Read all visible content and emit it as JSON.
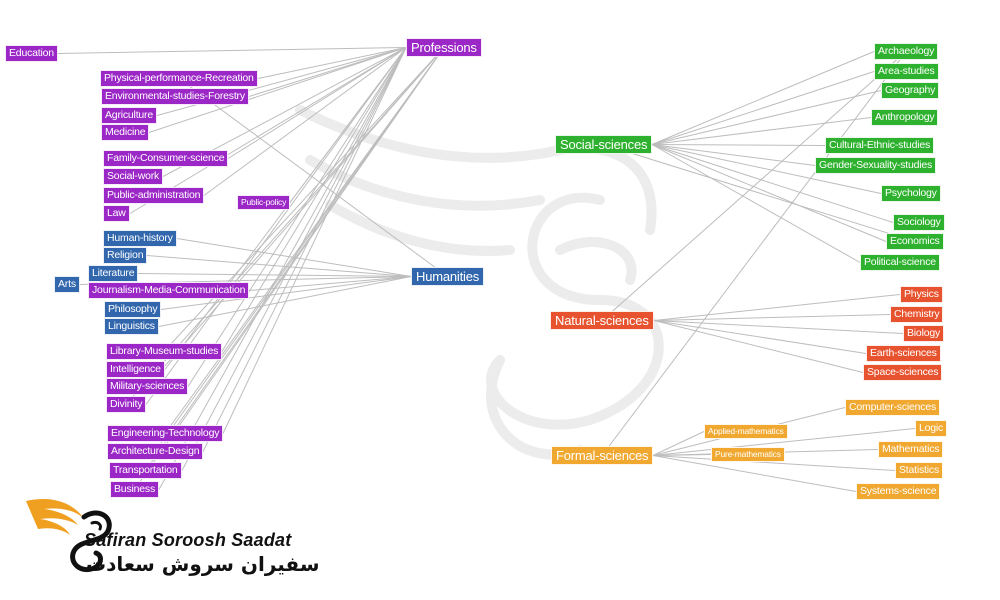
{
  "diagram": {
    "hubs": {
      "professions": "Professions",
      "humanities": "Humanities",
      "social": "Social-sciences",
      "natural": "Natural-sciences",
      "formal": "Formal-sciences"
    },
    "professions": {
      "education": "Education",
      "physical_performance": "Physical-performance-Recreation",
      "environmental": "Environmental-studies-Forestry",
      "agriculture": "Agriculture",
      "medicine": "Medicine",
      "family_consumer": "Family-Consumer-science",
      "social_work": "Social-work",
      "public_admin": "Public-administration",
      "public_policy": "Public-policy",
      "law": "Law",
      "library": "Library-Museum-studies",
      "intelligence": "Intelligence",
      "military": "Military-sciences",
      "divinity": "Divinity",
      "engineering": "Engineering-Technology",
      "architecture": "Architecture-Design",
      "transportation": "Transportation",
      "business": "Business"
    },
    "humanities": {
      "human_history": "Human-history",
      "religion": "Religion",
      "literature": "Literature",
      "arts": "Arts",
      "journalism": "Journalism-Media-Communication",
      "philosophy": "Philosophy",
      "linguistics": "Linguistics"
    },
    "social": {
      "archaeology": "Archaeology",
      "area_studies": "Area-studies",
      "geography": "Geography",
      "anthropology": "Anthropology",
      "cultural": "Cultural-Ethnic-studies",
      "gender": "Gender-Sexuality-studies",
      "psychology": "Psychology",
      "sociology": "Sociology",
      "economics": "Economics",
      "political": "Political-science"
    },
    "natural": {
      "physics": "Physics",
      "chemistry": "Chemistry",
      "biology": "Biology",
      "earth": "Earth-sciences",
      "space": "Space-sciences"
    },
    "formal": {
      "computer": "Computer-sciences",
      "applied_math": "Applied-mathematics",
      "logic": "Logic",
      "pure_math": "Pure-mathematics",
      "mathematics": "Mathematics",
      "statistics": "Statistics",
      "systems": "Systems-science"
    },
    "colors": {
      "professions": "#9b27c6",
      "humanities": "#3267ad",
      "social": "#2eb12e",
      "natural": "#e7532f",
      "formal": "#f0a830",
      "edge": "#bdbdbd"
    }
  },
  "branding": {
    "name_en": "Safiran Soroosh Saadat",
    "name_fa": "سفیران سروش سعادت"
  }
}
